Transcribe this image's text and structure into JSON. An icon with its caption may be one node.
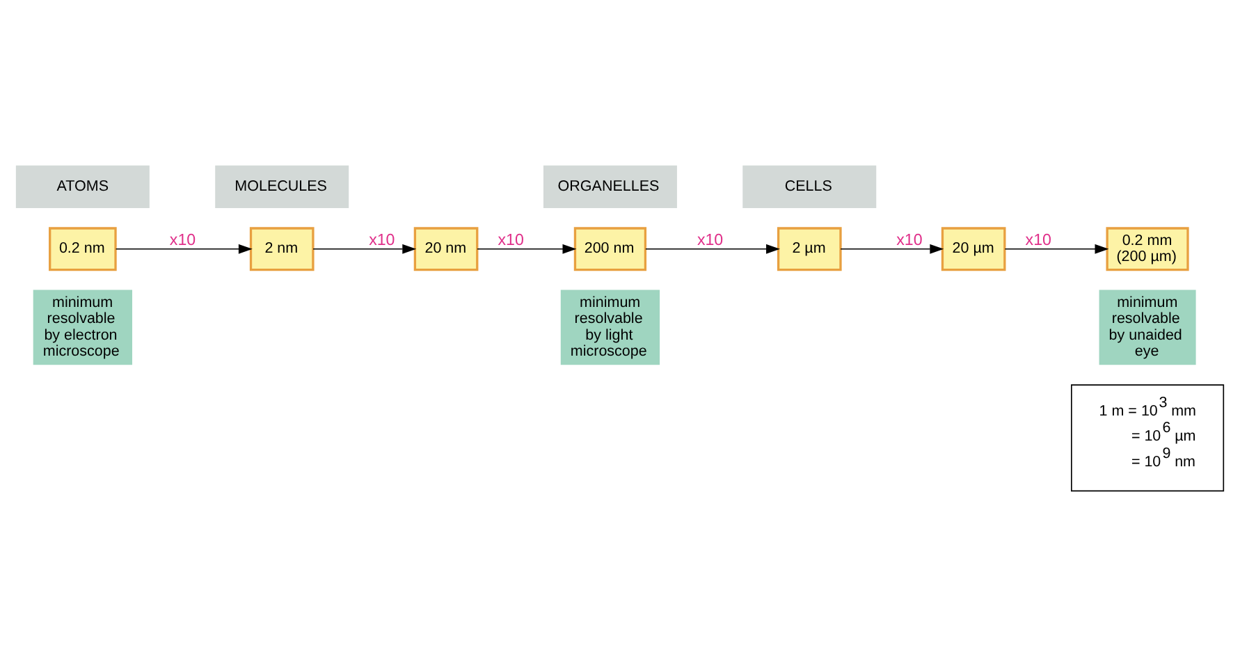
{
  "diagram": {
    "nodes": [
      {
        "text": [
          "ATOMS"
        ]
      },
      {
        "text": [
          "ORGANELLES"
        ]
      },
      {
        "text": [
          "MOLECULES"
        ]
      },
      {
        "text": [
          "CELLS"
        ]
      },
      {
        "text": [
          "0.2 nm"
        ]
      },
      {
        "text": [
          "2 nm"
        ]
      },
      {
        "text": [
          "20 nm"
        ]
      },
      {
        "text": [
          "200 nm"
        ]
      },
      {
        "text": [
          "2 µm"
        ]
      },
      {
        "text": [
          "20 µm"
        ]
      },
      {
        "text": [
          "0.2 mm (200 µm)"
        ]
      },
      {
        "text": [
          "minimum resolvable by electron microscope"
        ]
      },
      {
        "text": [
          "minimum resolvable by light microscope"
        ]
      },
      {
        "text": [
          "minimum resolvable by unaided eye"
        ]
      },
      {
        "text": [
          "1 m = 10$^{3}$ mm = 10$^{6}$ µm = 10$^{9}$ nm"
        ]
      }
    ],
    "edges": [
      {
        "from": 4,
        "to": 5,
        "arrow": "to",
        "label": "x10"
      },
      {
        "from": 5,
        "to": 6,
        "arrow": "to",
        "label": "x10"
      },
      {
        "from": 6,
        "to": 7,
        "arrow": "to",
        "label": "x10"
      },
      {
        "from": 7,
        "to": 8,
        "arrow": "to",
        "label": "x10"
      },
      {
        "from": 8,
        "to": 9,
        "arrow": "to",
        "label": "x10"
      },
      {
        "from": 9,
        "to": 10,
        "arrow": "to",
        "label": "x10"
      }
    ]
  }
}
